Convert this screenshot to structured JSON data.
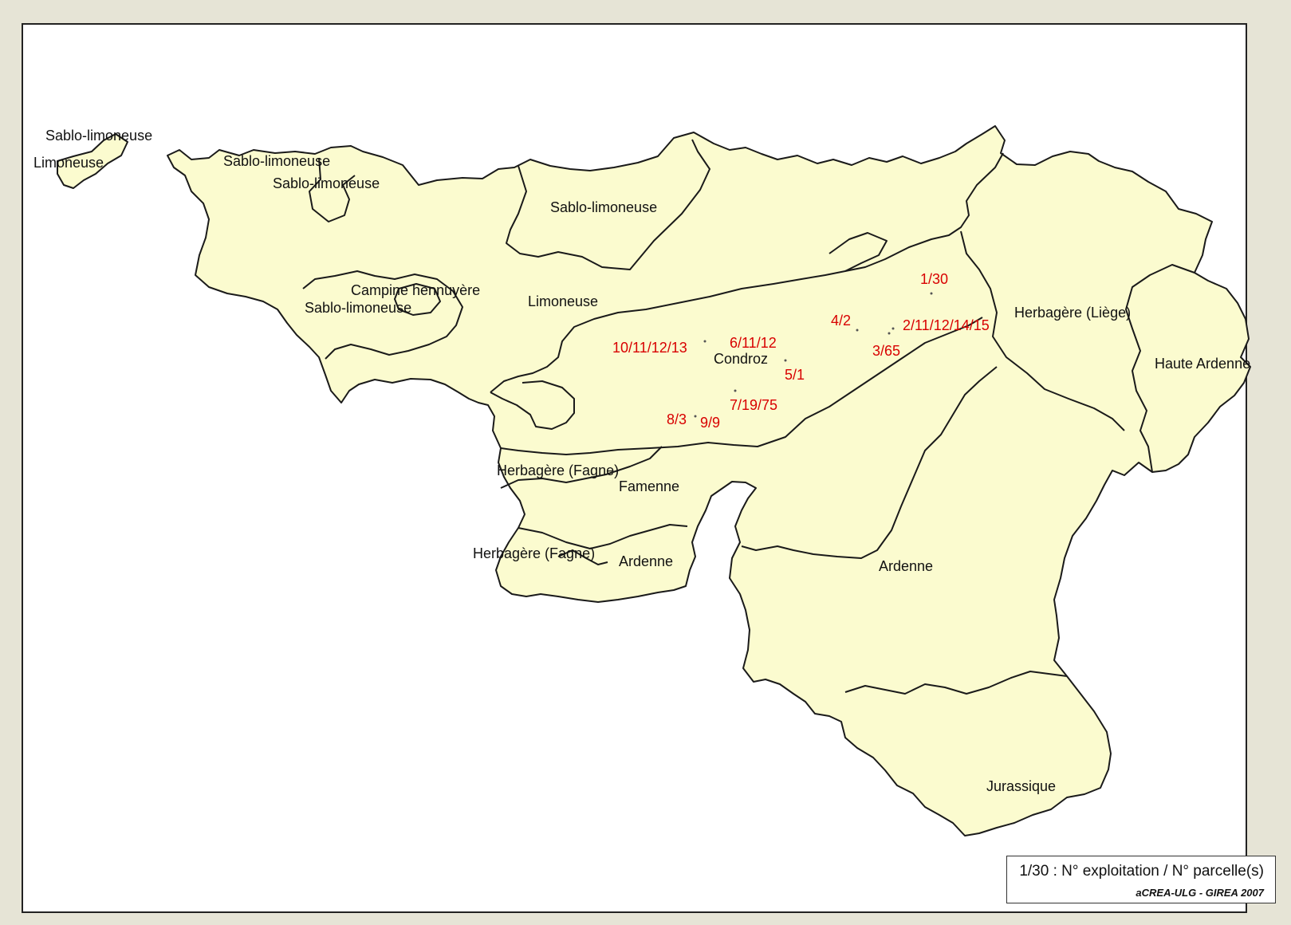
{
  "zones": {
    "sablo_limoneuse": "Sablo-limoneuse",
    "limoneuse": "Limoneuse",
    "campine_hennuyere": "Campine hennuyère",
    "condroz": "Condroz",
    "herbagere_liege": "Herbagère (Liège)",
    "haute_ardenne": "Haute Ardenne",
    "herbagere_fagne": "Herbagère (Fagne)",
    "famenne": "Famenne",
    "ardenne": "Ardenne",
    "jurassique": "Jurassique"
  },
  "plots": [
    {
      "label": "1/30",
      "color": "#d80000"
    },
    {
      "label": "4/2",
      "color": "#d80000"
    },
    {
      "label": "2/11/12/14/15",
      "color": "#d80000"
    },
    {
      "label": "3/65",
      "color": "#d80000"
    },
    {
      "label": "10/11/12/13",
      "color": "#d80000"
    },
    {
      "label": "6/11/12",
      "color": "#d80000"
    },
    {
      "label": "5/1",
      "color": "#d80000"
    },
    {
      "label": "7/19/75",
      "color": "#d80000"
    },
    {
      "label": "8/3",
      "color": "#d80000"
    },
    {
      "label": "9/9",
      "color": "#d80000"
    }
  ],
  "legend": {
    "text": "1/30 : N° exploitation / N° parcelle(s)",
    "credit": "aCREA-ULG - GIREA 2007"
  },
  "colors": {
    "region_fill": "#fbfbcf",
    "outline": "#1a1a1a",
    "plot_labels": "#d80000"
  }
}
